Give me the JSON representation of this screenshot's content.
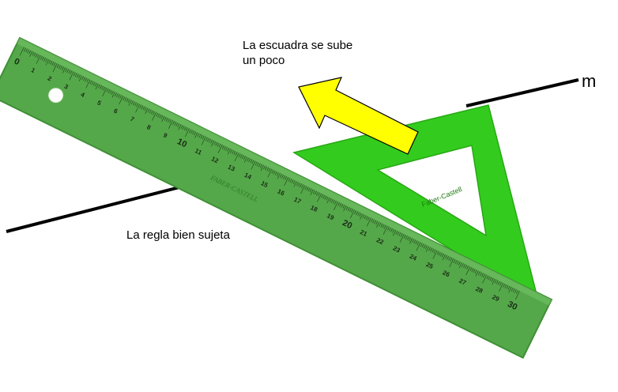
{
  "annotations": {
    "arrow_line_1": "La escuadra se sube",
    "arrow_line_2": "un poco",
    "line_label": "m",
    "ruler_caption": "La regla bien sujeta"
  },
  "ruler": {
    "start_mark": "0",
    "numbers": [
      "1",
      "2",
      "3",
      "4",
      "5",
      "6",
      "7",
      "8",
      "9",
      "10",
      "11",
      "12",
      "13",
      "14",
      "15",
      "16",
      "17",
      "18",
      "19",
      "20",
      "21",
      "22",
      "23",
      "24",
      "25",
      "26",
      "27",
      "28",
      "29",
      "30"
    ],
    "brand": "FABER-CASTELL"
  },
  "triangle": {
    "brand": "Faber-Castell"
  },
  "colors": {
    "ruler": "#55a84a",
    "ruler_edge": "#3f8f35",
    "triangle": "#33cc1e",
    "arrow": "#ffff00",
    "line": "#000000"
  }
}
